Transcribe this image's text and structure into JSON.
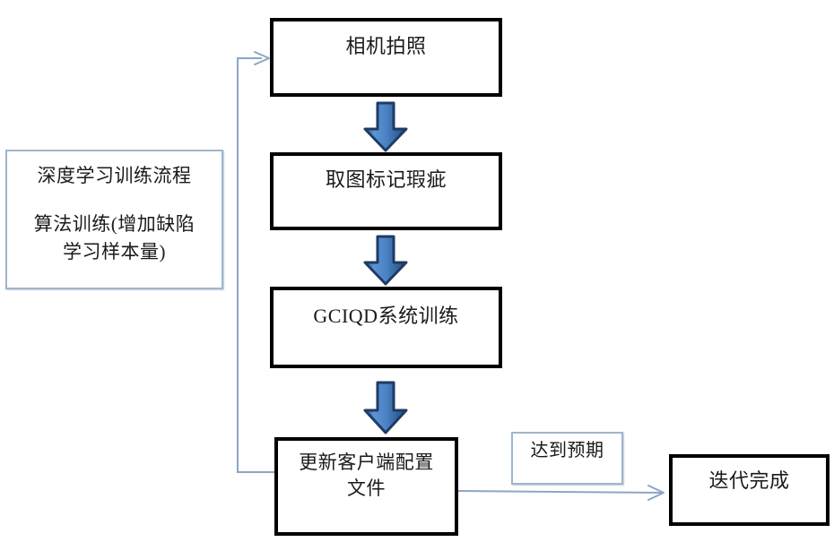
{
  "diagram": {
    "title_node": {
      "id": "training-flow-legend",
      "text": "深度学习训练流程\n\n算法训练(增加缺陷\n学习样本量)",
      "line1": "深度学习训练流程",
      "line2": "算法训练(增加缺陷",
      "line3": "学习样本量)",
      "border_style": "thin-blue",
      "border_color": "#9fb6cd"
    },
    "nodes": [
      {
        "id": "camera-capture",
        "label": "相机拍照",
        "border_style": "thick-black",
        "border_color": "#000000"
      },
      {
        "id": "mark-defects",
        "label": "取图标记瑕疵",
        "border_style": "thick-black",
        "border_color": "#000000"
      },
      {
        "id": "gciqd-training",
        "label": "GCIQD系统训练",
        "border_style": "thick-black",
        "border_color": "#000000"
      },
      {
        "id": "update-client-config",
        "label": "更新客户端配置\n文件",
        "label_line1": "更新客户端配置",
        "label_line2": "文件",
        "border_style": "thick-black",
        "border_color": "#000000"
      },
      {
        "id": "meets-expectation",
        "label": "达到预期",
        "border_style": "thin-blue",
        "border_color": "#9fb6cd"
      },
      {
        "id": "iteration-complete",
        "label": "迭代完成",
        "border_style": "thick-black",
        "border_color": "#000000"
      }
    ],
    "block_arrows": [
      {
        "id": "arrow-capture-to-mark",
        "direction": "down",
        "fill": "#4a82c3",
        "stroke": "#1f3b63"
      },
      {
        "id": "arrow-mark-to-training",
        "direction": "down",
        "fill": "#4a82c3",
        "stroke": "#1f3b63"
      },
      {
        "id": "arrow-training-to-config",
        "direction": "down",
        "fill": "#4a82c3",
        "stroke": "#1f3b63"
      }
    ],
    "connectors": [
      {
        "id": "feedback-loop",
        "from": "update-client-config",
        "to": "camera-capture",
        "style": "elbow-left",
        "color": "#8ca6c4",
        "arrowhead": "open"
      },
      {
        "id": "config-to-complete",
        "from": "update-client-config",
        "to": "iteration-complete",
        "style": "straight-right",
        "color": "#8ca6c4",
        "arrowhead": "open"
      }
    ],
    "colors": {
      "thick_border": "#000000",
      "thin_border": "#9fb6cd",
      "connector": "#8ca6c4",
      "arrow_fill": "#4a82c3",
      "arrow_stroke": "#1f3b63",
      "background": "#ffffff",
      "text": "#1a1a1a"
    }
  }
}
